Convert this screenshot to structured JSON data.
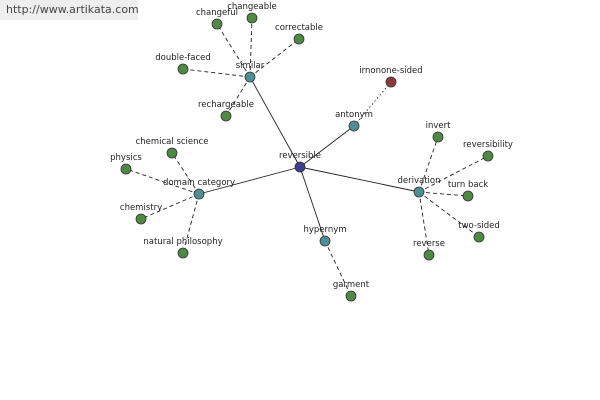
{
  "source_url": "http://www.artikata.com",
  "colors": {
    "center": "#3b3f8f",
    "relation": "#4e8f97",
    "term": "#4f8a45",
    "antonym_term": "#8f3a3a",
    "edge": "#222222"
  },
  "graph": {
    "center": {
      "id": "reversible",
      "label": "reversible"
    },
    "relations": [
      {
        "id": "similar",
        "label": "similar",
        "line": "solid",
        "children": [
          {
            "id": "changeful",
            "label": "changeful"
          },
          {
            "id": "changeable",
            "label": "changeable"
          },
          {
            "id": "correctable",
            "label": "correctable"
          },
          {
            "id": "double-faced",
            "label": "double-faced"
          },
          {
            "id": "rechargeable",
            "label": "rechargeable"
          }
        ]
      },
      {
        "id": "antonym",
        "label": "antonym",
        "line": "solid",
        "child_line": "dotted",
        "children": [
          {
            "id": "irnonone-sided",
            "label": "irnonone-sided",
            "kind": "antonym"
          }
        ]
      },
      {
        "id": "derivation",
        "label": "derivation",
        "line": "solid",
        "children": [
          {
            "id": "invert",
            "label": "invert"
          },
          {
            "id": "reversibility",
            "label": "reversibility"
          },
          {
            "id": "turn-back",
            "label": "turn back"
          },
          {
            "id": "two-sided",
            "label": "two-sided"
          },
          {
            "id": "reverse",
            "label": "reverse"
          }
        ]
      },
      {
        "id": "hypernym",
        "label": "hypernym",
        "line": "solid",
        "children": [
          {
            "id": "garment",
            "label": "garment"
          }
        ]
      },
      {
        "id": "domain-category",
        "label": "domain category",
        "line": "solid",
        "children": [
          {
            "id": "chemical-science",
            "label": "chemical science"
          },
          {
            "id": "physics",
            "label": "physics"
          },
          {
            "id": "chemistry",
            "label": "chemistry"
          },
          {
            "id": "natural-philosophy",
            "label": "natural philosophy"
          }
        ]
      }
    ]
  }
}
